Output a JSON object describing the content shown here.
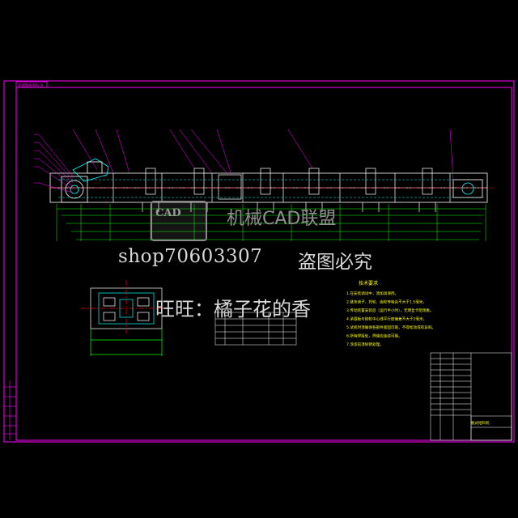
{
  "frame_tag": "装配图名称标注",
  "watermarks": {
    "shop": "shop70603307",
    "shop_suffix": "盗图必究",
    "wangwang": "旺旺：橘子花的香",
    "brand": "机械CAD联盟",
    "logo_word": "CAD"
  },
  "drawing": {
    "title_block_name": "板式给料机",
    "tech_requirements_heading": "技术要求",
    "tech_requirements": [
      "1.在安装调试中，须加润滑剂。",
      "2.链条滚子、托轮、齿轮等啮合不大于1.5毫米。",
      "3.传动装置安装后（运行半小时），无明显卡阻现象。",
      "4.承载板与链轮中心线平行度偏差不大于2毫米。",
      "5.试机时须确保各部件紧固可靠，不得松动或有异响。",
      "6.所有焊接处，焊缝应连续可靠。",
      "7.涂漆前须除锈处理。"
    ],
    "palette": {
      "background": "#000000",
      "frame": "#ff00ff",
      "outline": "#ffffff",
      "dimension": "#00ff00",
      "centerline": "#ff0000",
      "component": "#00ffff",
      "text": "#ffff00"
    }
  }
}
